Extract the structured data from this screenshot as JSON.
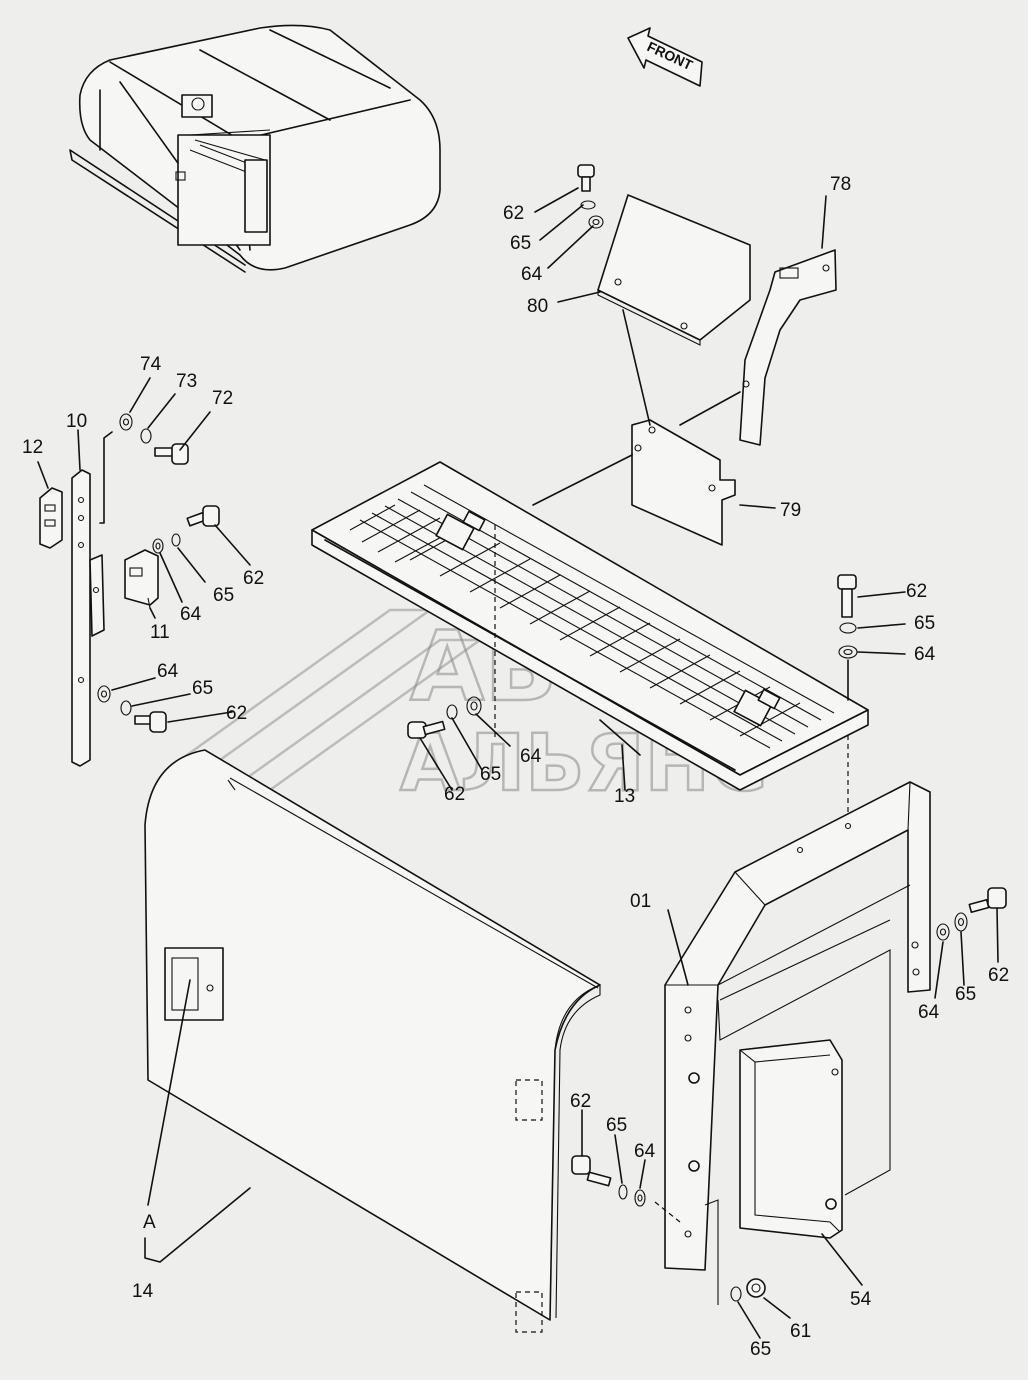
{
  "front_label": "FRONT",
  "watermark": {
    "line1": "АВТО",
    "line2": "АЛЬЯНС"
  },
  "callouts": [
    {
      "id": "c-62-a",
      "text": "62"
    },
    {
      "id": "c-65-a",
      "text": "65"
    },
    {
      "id": "c-64-a",
      "text": "64"
    },
    {
      "id": "c-80",
      "text": "80"
    },
    {
      "id": "c-78",
      "text": "78"
    },
    {
      "id": "c-79",
      "text": "79"
    },
    {
      "id": "c-74",
      "text": "74"
    },
    {
      "id": "c-73",
      "text": "73"
    },
    {
      "id": "c-72",
      "text": "72"
    },
    {
      "id": "c-12",
      "text": "12"
    },
    {
      "id": "c-10",
      "text": "10"
    },
    {
      "id": "c-62-b",
      "text": "62"
    },
    {
      "id": "c-65-b",
      "text": "65"
    },
    {
      "id": "c-64-b",
      "text": "64"
    },
    {
      "id": "c-11",
      "text": "11"
    },
    {
      "id": "c-64-c",
      "text": "64"
    },
    {
      "id": "c-65-c",
      "text": "65"
    },
    {
      "id": "c-62-c",
      "text": "62"
    },
    {
      "id": "c-62-d",
      "text": "62"
    },
    {
      "id": "c-65-d",
      "text": "65"
    },
    {
      "id": "c-64-d",
      "text": "64"
    },
    {
      "id": "c-62-e",
      "text": "62"
    },
    {
      "id": "c-65-e",
      "text": "65"
    },
    {
      "id": "c-64-e",
      "text": "64"
    },
    {
      "id": "c-13",
      "text": "13"
    },
    {
      "id": "c-01",
      "text": "01"
    },
    {
      "id": "c-64-f",
      "text": "64"
    },
    {
      "id": "c-65-f",
      "text": "65"
    },
    {
      "id": "c-62-f",
      "text": "62"
    },
    {
      "id": "c-62-g",
      "text": "62"
    },
    {
      "id": "c-65-g",
      "text": "65"
    },
    {
      "id": "c-64-g",
      "text": "64"
    },
    {
      "id": "c-a",
      "text": "A"
    },
    {
      "id": "c-14",
      "text": "14"
    },
    {
      "id": "c-65-h",
      "text": "65"
    },
    {
      "id": "c-61",
      "text": "61"
    },
    {
      "id": "c-54",
      "text": "54"
    }
  ]
}
